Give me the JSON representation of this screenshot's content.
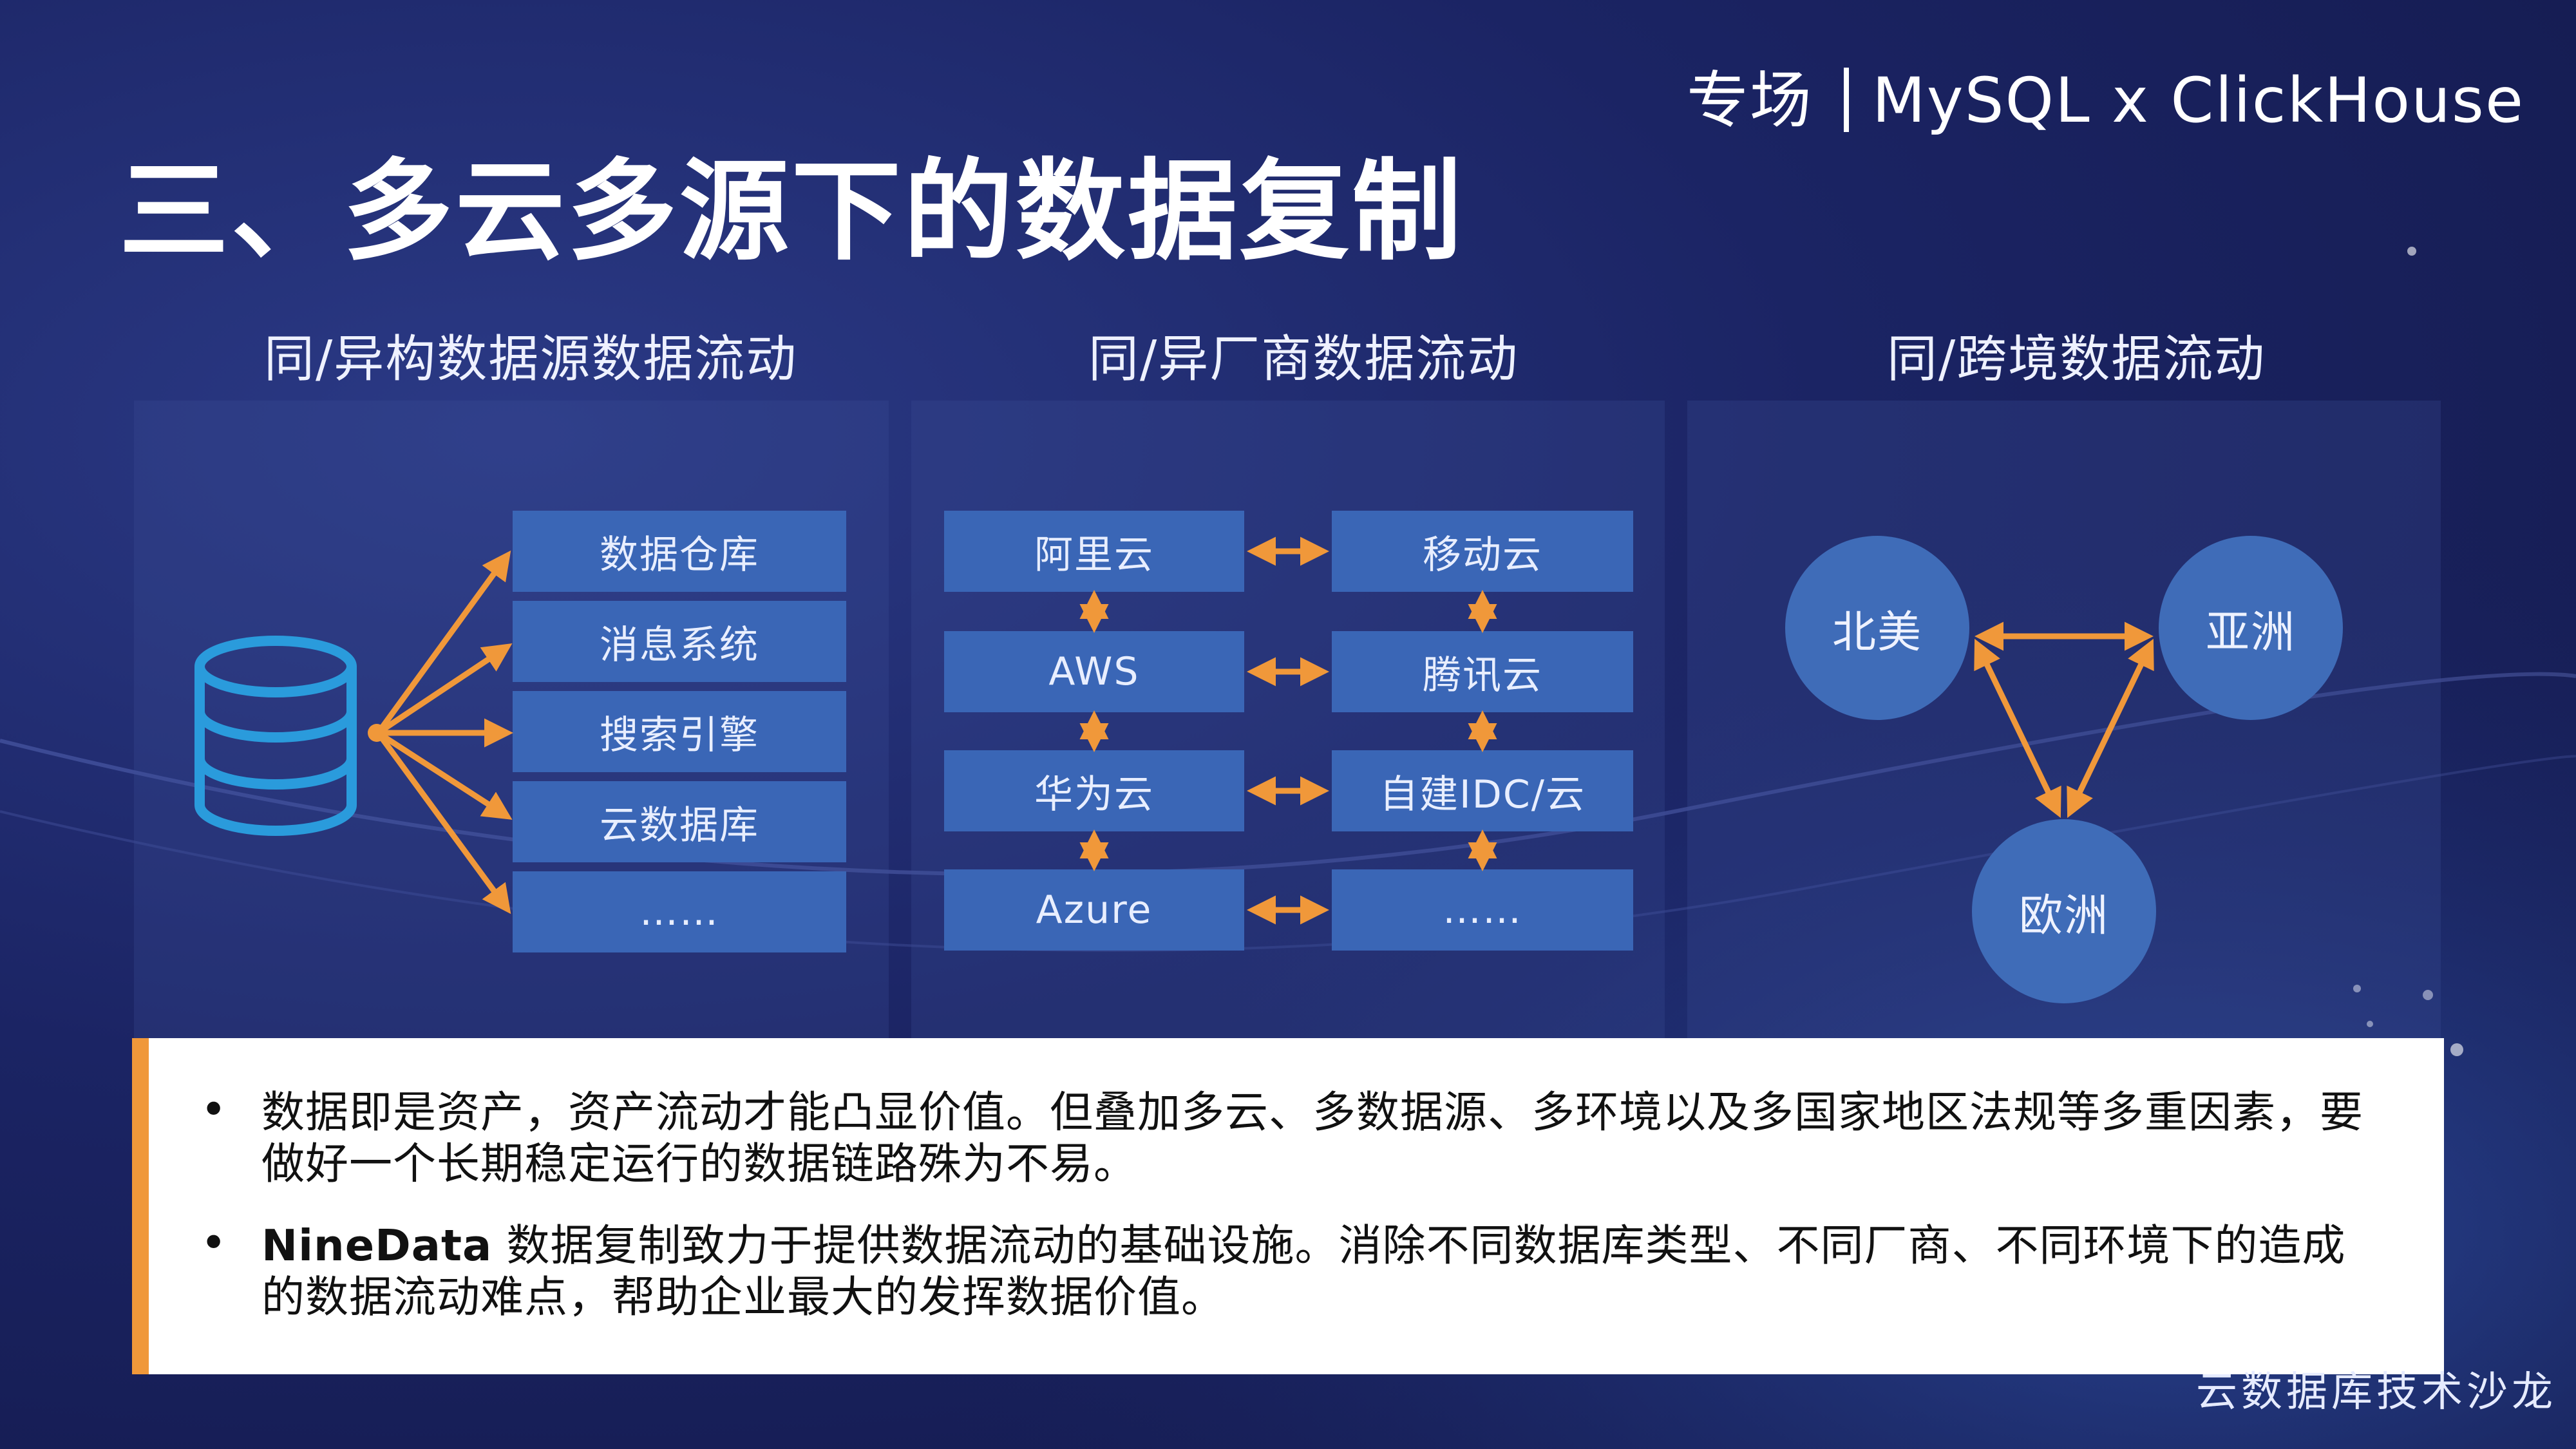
{
  "topic": {
    "label": "专场",
    "event": "MySQL x ClickHouse"
  },
  "title": "三、多云多源下的数据复制",
  "sections": [
    {
      "title": "同/异构数据源数据流动",
      "targets": [
        "数据仓库",
        "消息系统",
        "搜索引擎",
        "云数据库",
        "……"
      ]
    },
    {
      "title": "同/异厂商数据流动",
      "left": [
        "阿里云",
        "AWS",
        "华为云",
        "Azure"
      ],
      "right": [
        "移动云",
        "腾讯云",
        "自建IDC/云",
        "……"
      ]
    },
    {
      "title": "同/跨境数据流动",
      "regions": [
        "北美",
        "亚洲",
        "欧洲"
      ]
    }
  ],
  "bullets": [
    {
      "lead": "",
      "text": "数据即是资产，资产流动才能凸显价值。但叠加多云、多数据源、多环境以及多国家地区法规等多重因素，要做好一个长期稳定运行的数据链路殊为不易。"
    },
    {
      "lead": "NineData",
      "text": " 数据复制致力于提供数据流动的基础设施。消除不同数据库类型、不同厂商、不同环境下的造成的数据流动难点，帮助企业最大的发挥数据价值。"
    }
  ],
  "footer": "云数据库技术沙龙",
  "colors": {
    "arrow": "#f0983a",
    "box": "#3a66b6",
    "db_icon": "#2a9bdc",
    "accent_bar": "#f0983a"
  },
  "icons": {
    "source": "database-icon",
    "bullet": "bullet-dot"
  }
}
